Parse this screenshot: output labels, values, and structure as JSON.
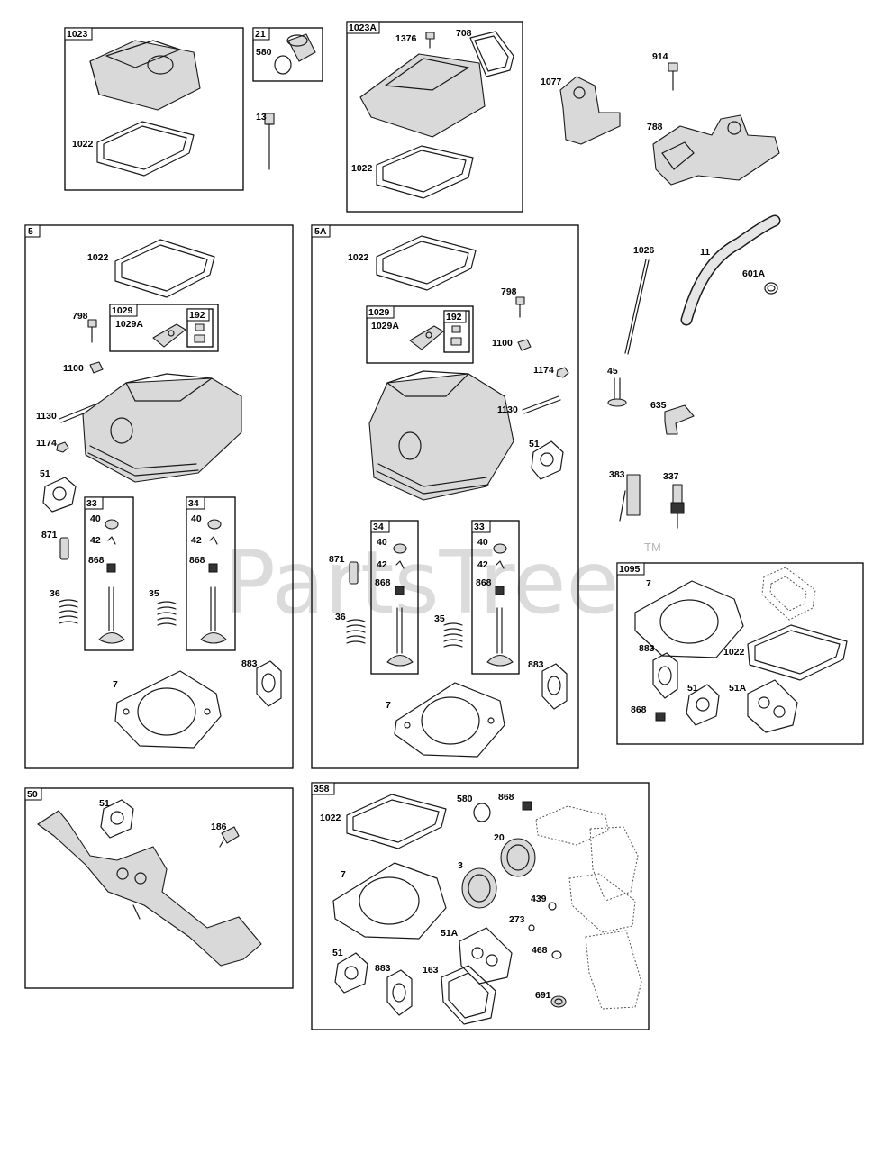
{
  "watermark": {
    "text": "PartsTree",
    "trademark": "TM"
  },
  "groups": {
    "g1023": "1023",
    "g21": "21",
    "g1023A": "1023A",
    "g5": "5",
    "g1029a": "1029",
    "g192a": "192",
    "g33a": "33",
    "g34a": "34",
    "g5A": "5A",
    "g1029b": "1029",
    "g192b": "192",
    "g34b": "34",
    "g33b": "33",
    "g1095": "1095",
    "g50": "50",
    "g358": "358"
  },
  "labels": {
    "l1022a": "1022",
    "l580a": "580",
    "l13": "13",
    "l1376": "1376",
    "l708": "708",
    "l1022b": "1022",
    "l1077": "1077",
    "l914": "914",
    "l788": "788",
    "l1022c": "1022",
    "l798a": "798",
    "l1029Aa": "1029A",
    "l1100a": "1100",
    "l1130a": "1130",
    "l1174a": "1174",
    "l51a": "51",
    "l871a": "871",
    "l36a": "36",
    "l35a": "35",
    "l40a": "40",
    "l42a": "42",
    "l868a": "868",
    "l40b": "40",
    "l42b": "42",
    "l868b": "868",
    "l883a": "883",
    "l7a": "7",
    "l1022d": "1022",
    "l798b": "798",
    "l1029Ab": "1029A",
    "l1100b": "1100",
    "l1174b": "1174",
    "l1130b": "1130",
    "l51b": "51",
    "l871b": "871",
    "l36b": "36",
    "l35b": "35",
    "l40c": "40",
    "l42c": "42",
    "l868c": "868",
    "l40d": "40",
    "l42d": "42",
    "l868d": "868",
    "l883b": "883",
    "l7b": "7",
    "l1026": "1026",
    "l11": "11",
    "l601A": "601A",
    "l45": "45",
    "l635": "635",
    "l383": "383",
    "l337": "337",
    "l7c": "7",
    "l883c": "883",
    "l1022e": "1022",
    "l51c": "51",
    "l51Aa": "51A",
    "l868e": "868",
    "l51d": "51",
    "l186": "186",
    "l1022f": "1022",
    "l580b": "580",
    "l868f": "868",
    "l20": "20",
    "l3": "3",
    "l7d": "7",
    "l439": "439",
    "l273": "273",
    "l51Ab": "51A",
    "l468": "468",
    "l51e": "51",
    "l883d": "883",
    "l163": "163",
    "l691": "691"
  }
}
